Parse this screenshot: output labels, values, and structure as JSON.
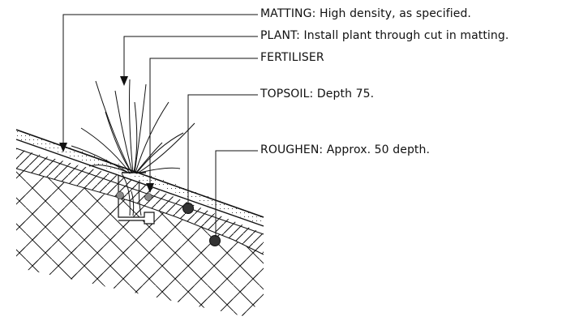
{
  "labels": {
    "matting": "MATTING: High density, as specified.",
    "plant": "PLANT: Install plant through cut in matting.",
    "fertiliser": "FERTILISER",
    "topsoil": "TOPSOIL: Depth 75.",
    "roughen": "ROUGHEN: Approx. 50 depth."
  },
  "colors": {
    "line": "#111111",
    "background": "#ffffff",
    "fertiliser_granule": "#888888",
    "soil_marker": "#333333"
  }
}
